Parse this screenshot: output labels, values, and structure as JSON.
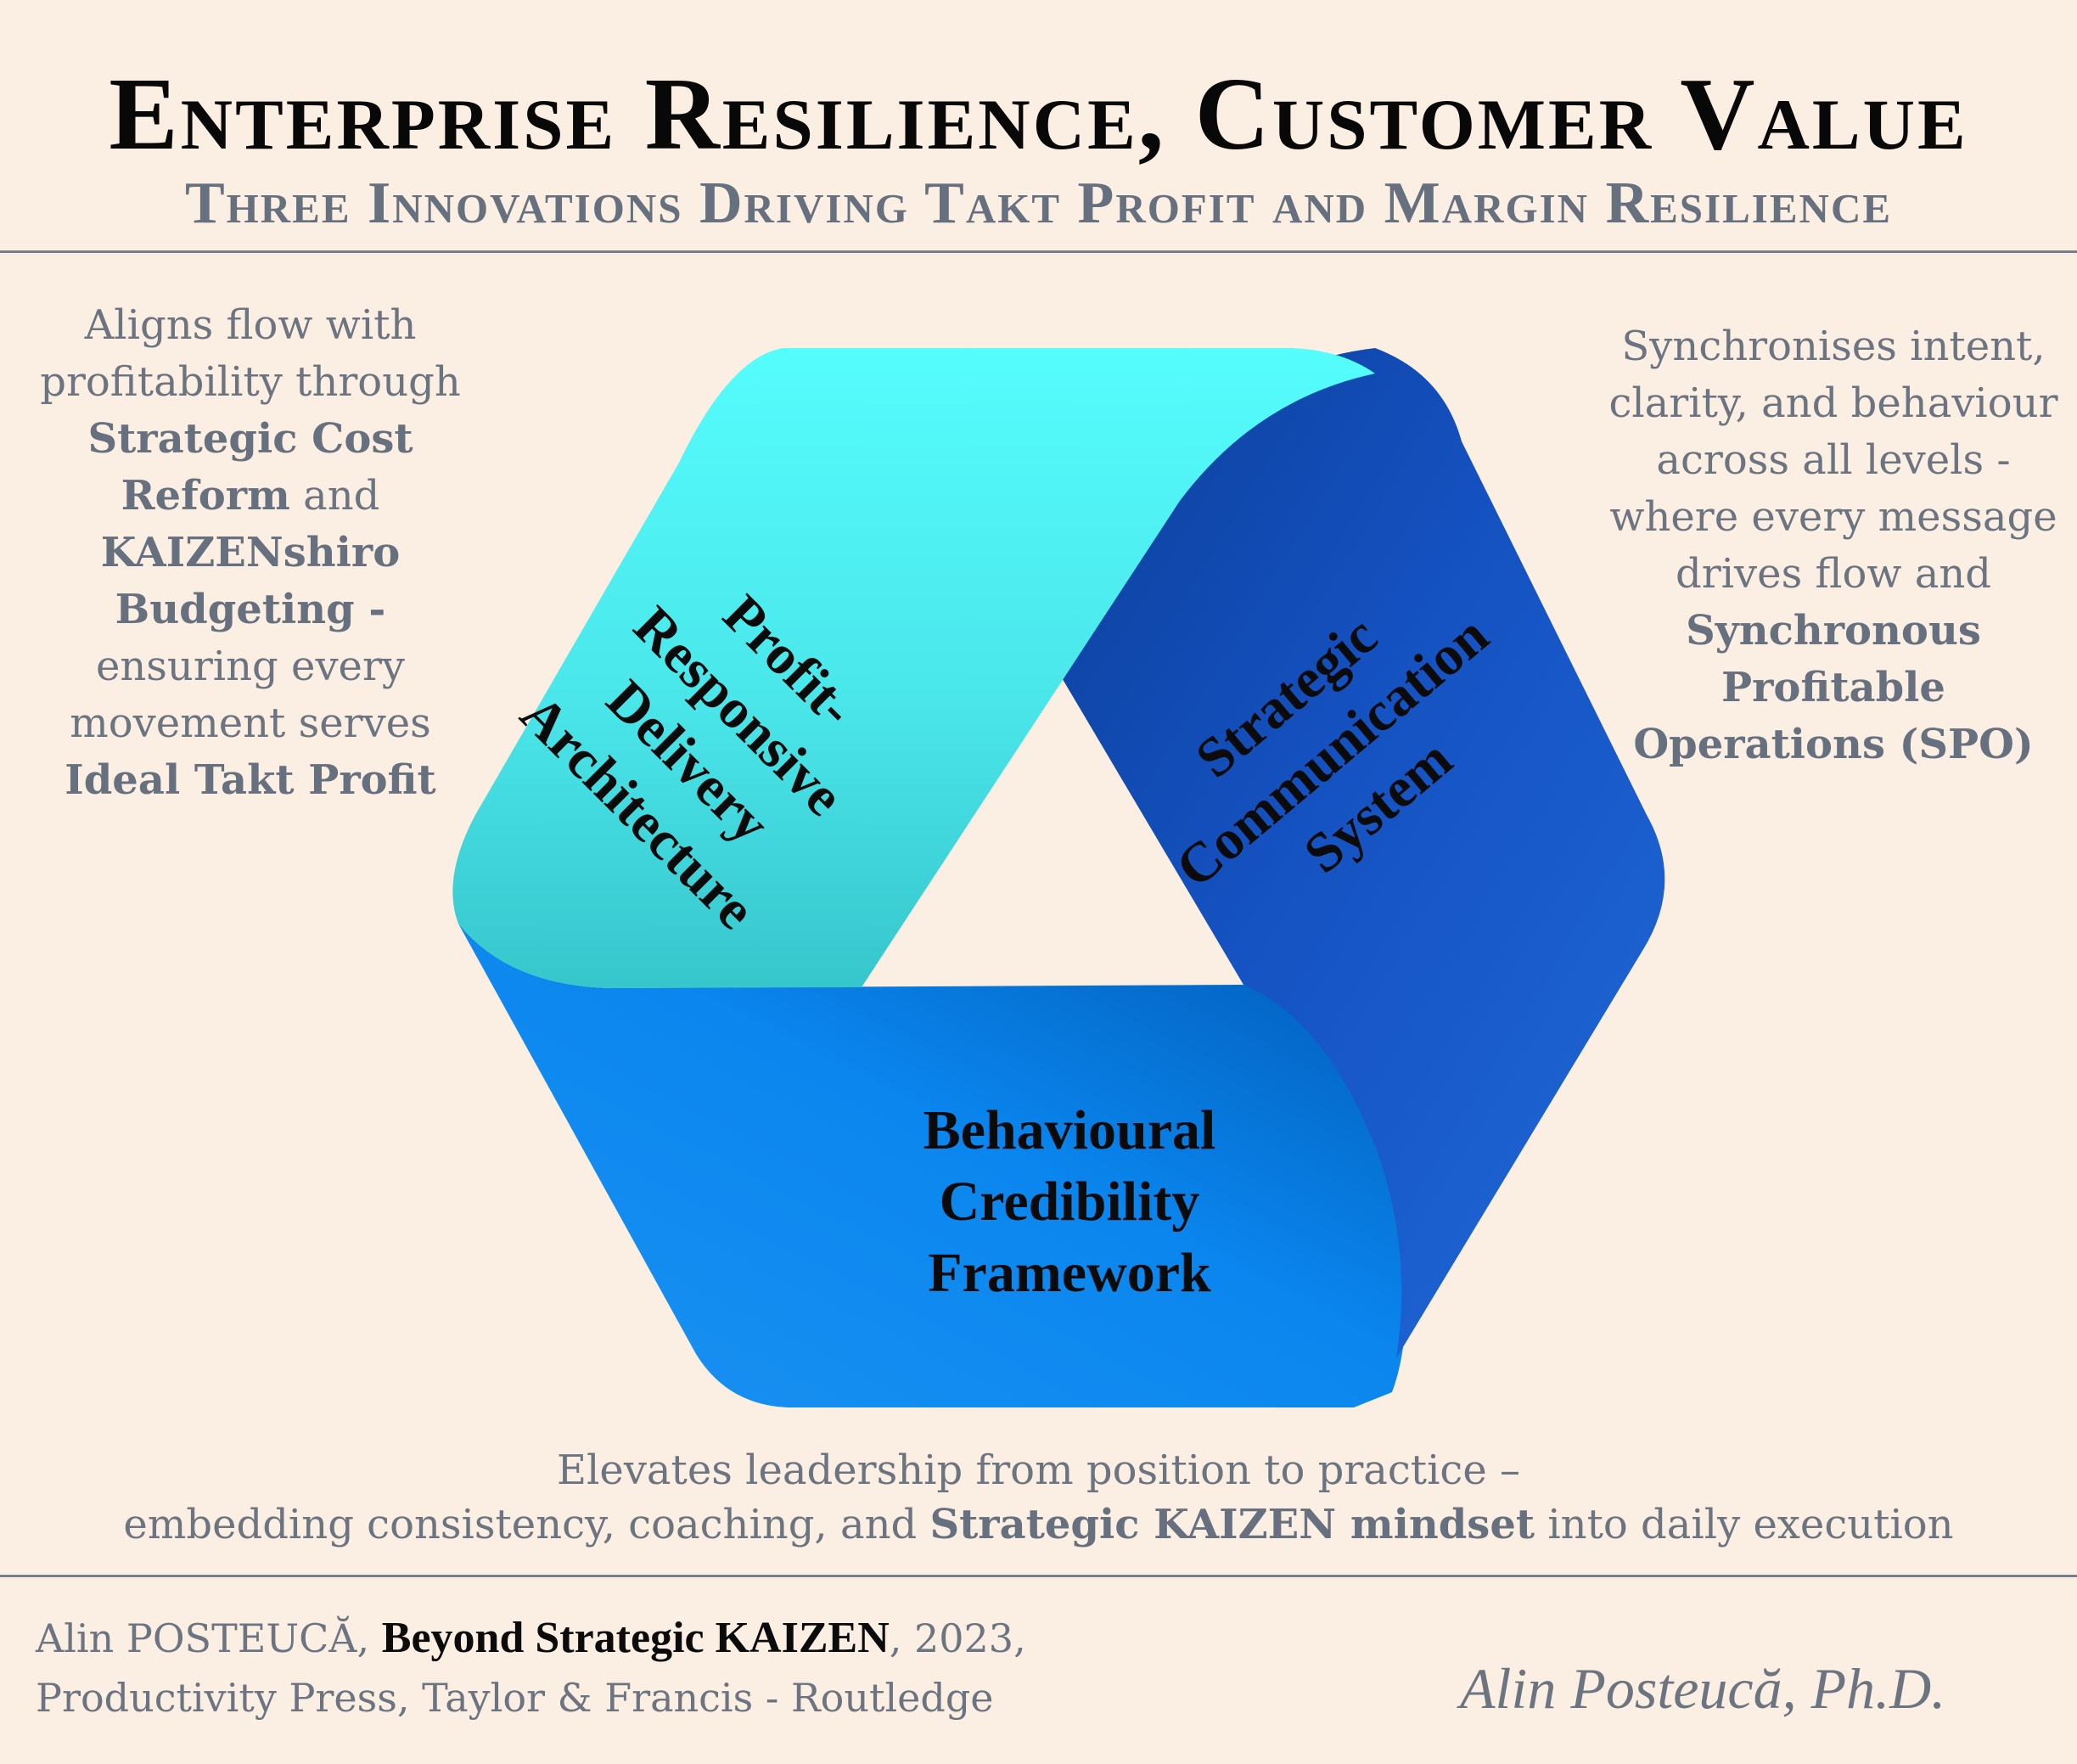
{
  "title": "Enterprise Resilience, Customer Value",
  "subtitle": "Three Innovations Driving Takt Profit and Margin Resilience",
  "left_description": {
    "t1": "Aligns flow with profitability through",
    "b1": "Strategic Cost Reform",
    "t2": "and",
    "b2": "KAIZENshiro Budgeting -",
    "t3": "ensuring every movement serves",
    "b3": "Ideal Takt Profit"
  },
  "right_description": {
    "t1": "Synchronises intent, clarity, and behaviour across all levels - where every message drives flow and",
    "b1": "Synchronous Profitable Operations (SPO)"
  },
  "bottom_description": {
    "t1": "Elevates leadership from position to practice –",
    "t2": "embedding consistency, coaching, and",
    "b1": "Strategic KAIZEN mindset",
    "t3": "into daily execution"
  },
  "segments": {
    "left": {
      "line1": "Profit-",
      "line2": "Responsive",
      "line3": "Delivery",
      "line4": "Architecture"
    },
    "right": {
      "line1": "Strategic",
      "line2": "Communication",
      "line3": "System"
    },
    "bottom": {
      "line1": "Behavioural",
      "line2": "Credibility",
      "line3": "Framework"
    }
  },
  "citation": {
    "author": "Alin POSTEUCĂ,",
    "book": "Beyond Strategic KAIZEN",
    "year": ", 2023,",
    "publisher": "Productivity Press, Taylor &  Francis - Routledge"
  },
  "signature": "Alin Posteucă, Ph.D.",
  "colors": {
    "background": "#fbeee2",
    "cyan_segment": "#52fbfb",
    "dark_blue_segment": "#1550c0",
    "blue_segment": "#0a86ee",
    "gray_text": "#6b7480"
  }
}
